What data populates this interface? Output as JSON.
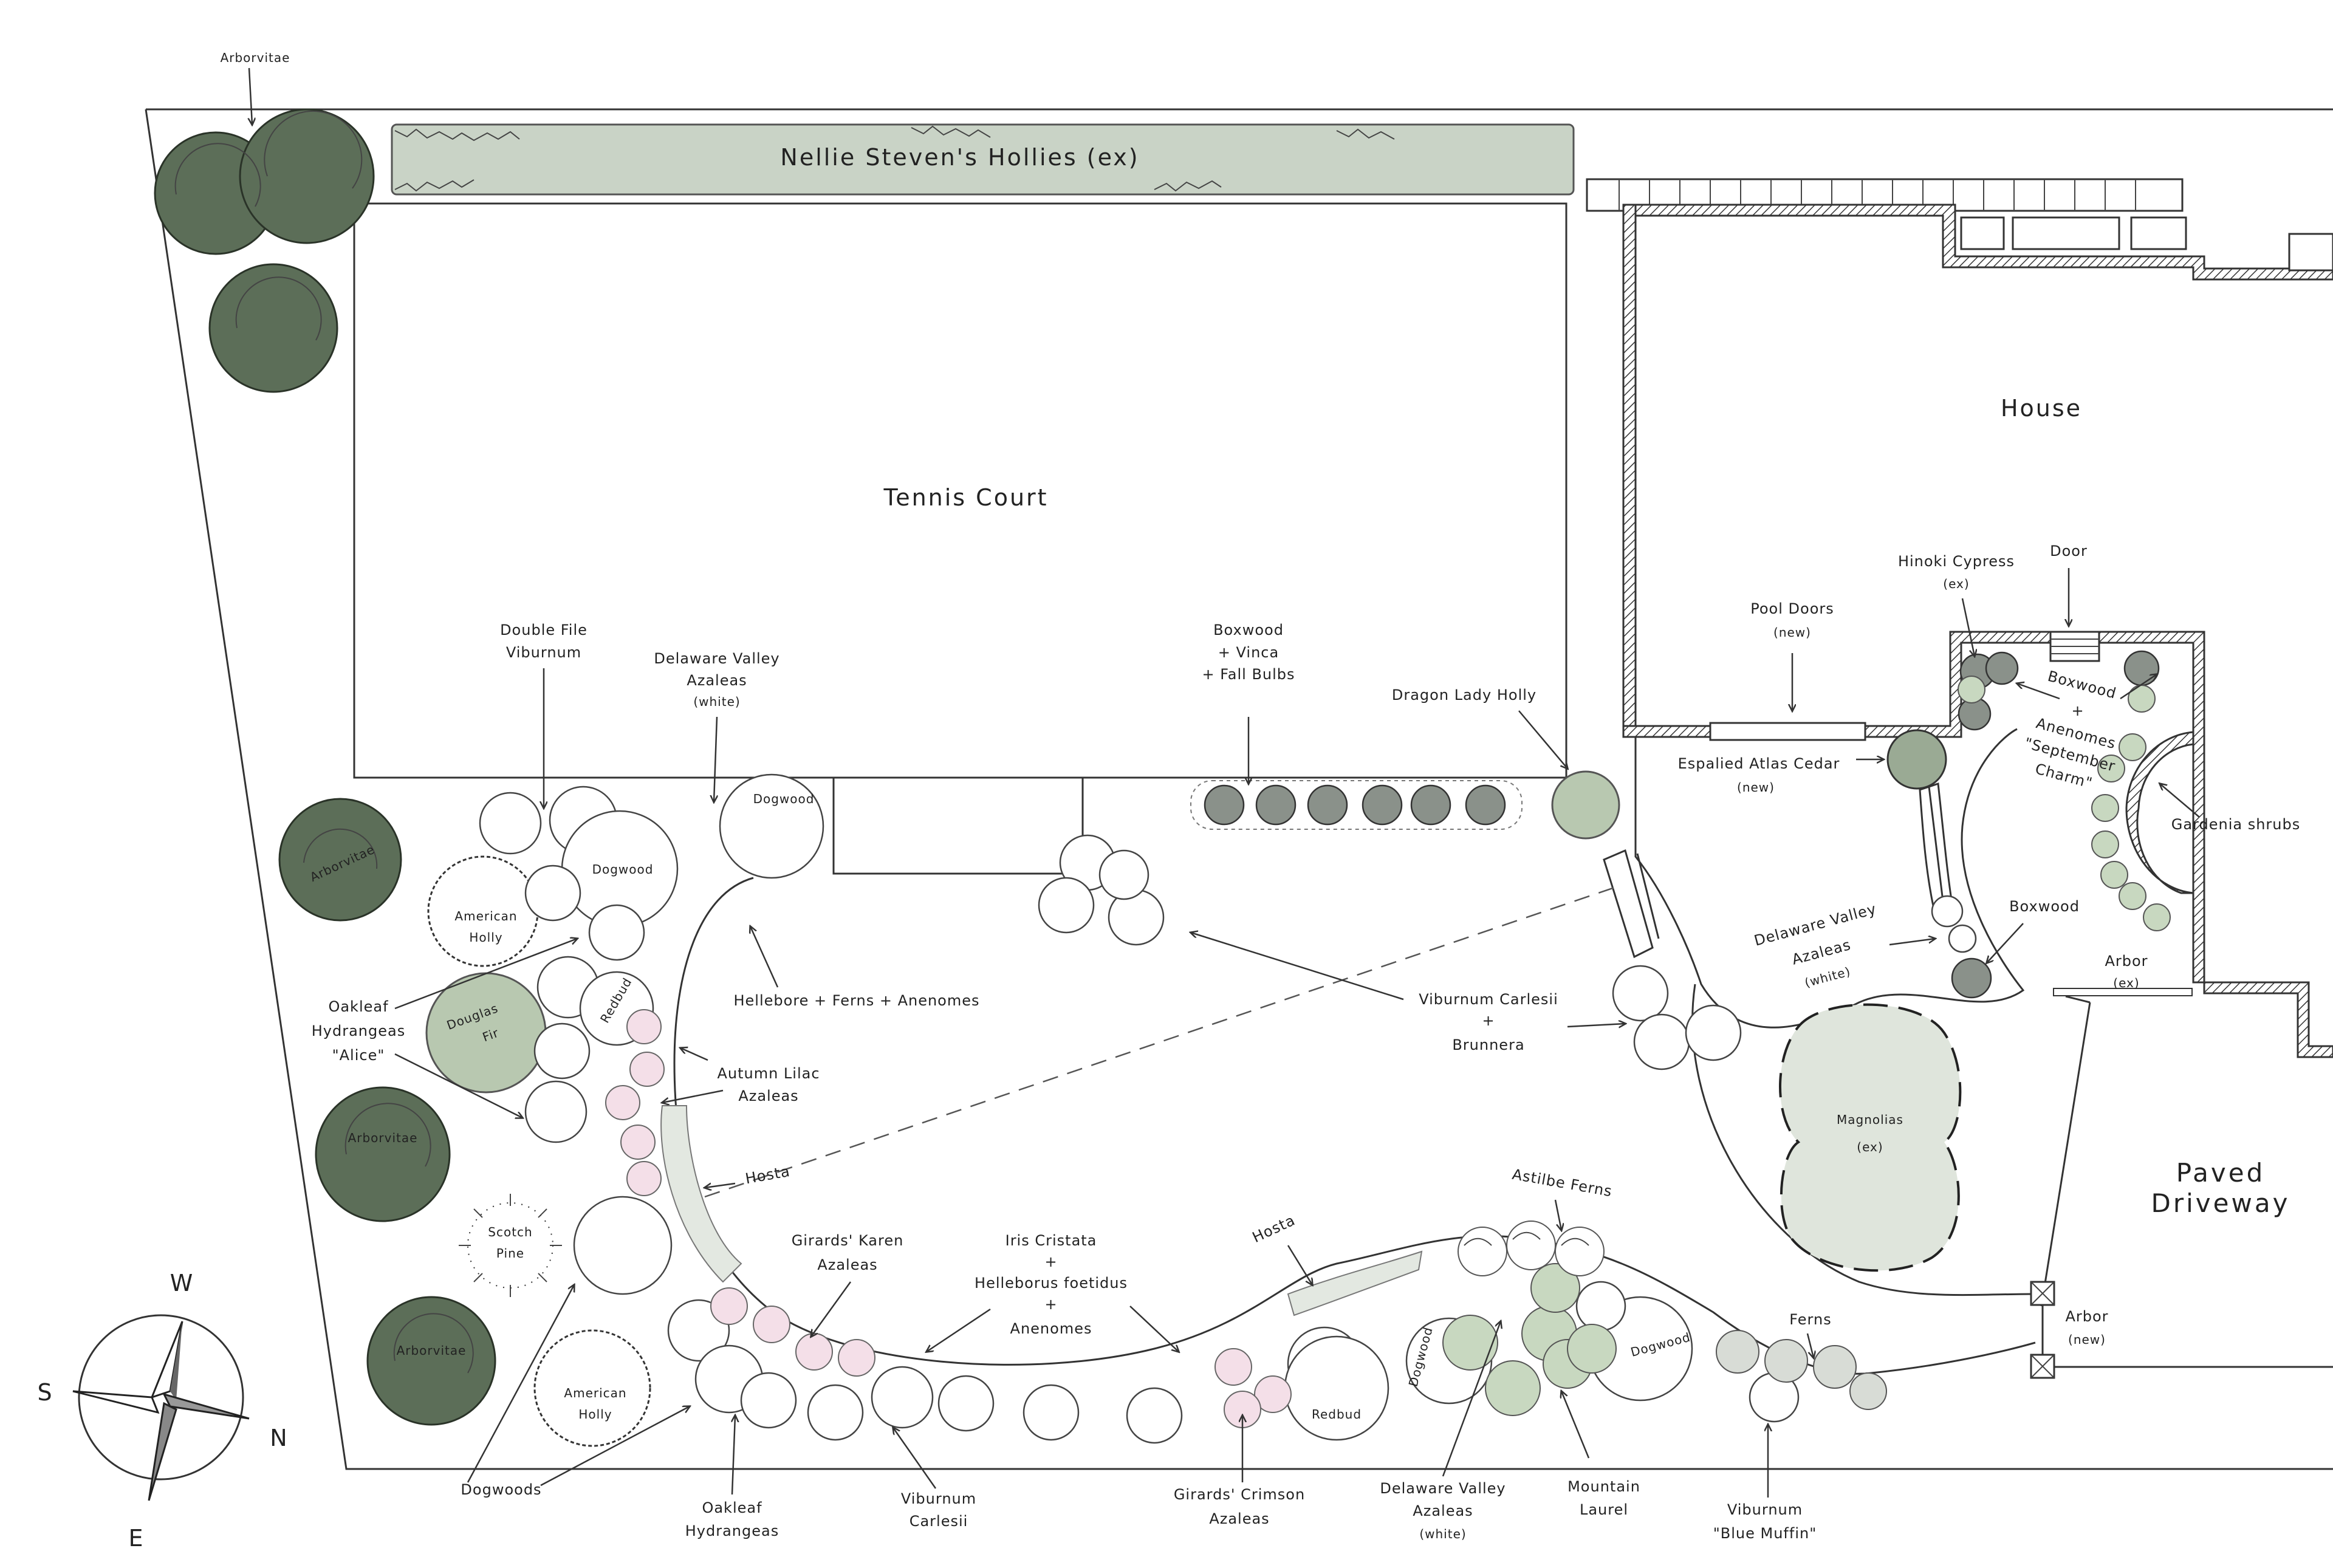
{
  "labels": {
    "arborvitae_top": "Arborvitae",
    "hollies": "Nellie Steven's Hollies (ex)",
    "tennis_court": "Tennis Court",
    "house": "House",
    "double_file_1": "Double File",
    "double_file_2": "Viburnum",
    "dv_azaleas_top_1": "Delaware Valley",
    "dv_azaleas_top_2": "Azaleas",
    "dv_azaleas_top_3": "(white)",
    "boxwood_vinca_1": "Boxwood",
    "boxwood_vinca_2": "+ Vinca",
    "boxwood_vinca_3": "+ Fall Bulbs",
    "dragon_lady": "Dragon Lady Holly",
    "pool_doors_1": "Pool Doors",
    "pool_doors_2": "(new)",
    "hinoki_1": "Hinoki Cypress",
    "hinoki_2": "(ex)",
    "door": "Door",
    "boxwood_anem_1": "Boxwood",
    "boxwood_anem_2": "+",
    "boxwood_anem_3": "Anenomes",
    "boxwood_anem_4": "\"September",
    "boxwood_anem_5": "Charm\"",
    "espalied_1": "Espalied Atlas Cedar",
    "espalied_2": "(new)",
    "gardenia": "Gardenia shrubs",
    "boxwood_right": "Boxwood",
    "dv_azaleas_right_1": "Delaware Valley",
    "dv_azaleas_right_2": "Azaleas",
    "dv_azaleas_right_3": "(white)",
    "arbor_ex_1": "Arbor",
    "arbor_ex_2": "(ex)",
    "dogwood": "Dogwood",
    "arborvitae": "Arborvitae",
    "american_holly_1": "American",
    "american_holly_2": "Holly",
    "redbud": "Redbud",
    "douglas_1": "Douglas",
    "douglas_2": "Fir",
    "oakleaf_alice_1": "Oakleaf",
    "oakleaf_alice_2": "Hydrangeas",
    "oakleaf_alice_3": "\"Alice\"",
    "hellebore": "Hellebore + Ferns + Anenomes",
    "autumn_lilac_1": "Autumn Lilac",
    "autumn_lilac_2": "Azaleas",
    "viburnum_brunnera_1": "Viburnum Carlesii",
    "viburnum_brunnera_2": "+",
    "viburnum_brunnera_3": "Brunnera",
    "magnolias_1": "Magnolias",
    "magnolias_2": "(ex)",
    "paved_1": "Paved",
    "paved_2": "Driveway",
    "hosta_left": "Hosta",
    "scotch_1": "Scotch",
    "scotch_2": "Pine",
    "girards_karen_1": "Girards' Karen",
    "girards_karen_2": "Azaleas",
    "iris_1": "Iris Cristata",
    "iris_2": "+",
    "iris_3": "Helleborus foetidus",
    "iris_4": "+",
    "iris_5": "Anenomes",
    "hosta_mid": "Hosta",
    "astilbe": "Astilbe Ferns",
    "arbor_new_1": "Arbor",
    "arbor_new_2": "(new)",
    "ferns": "Ferns",
    "dogwoods": "Dogwoods",
    "oakleaf_1": "Oakleaf",
    "oakleaf_2": "Hydrangeas",
    "viburnum_carlesii_1": "Viburnum",
    "viburnum_carlesii_2": "Carlesii",
    "girards_crimson_1": "Girards' Crimson",
    "girards_crimson_2": "Azaleas",
    "dv_azaleas_bot_1": "Delaware Valley",
    "dv_azaleas_bot_2": "Azaleas",
    "dv_azaleas_bot_3": "(white)",
    "mountain_1": "Mountain",
    "mountain_2": "Laurel",
    "blue_muffin_1": "Viburnum",
    "blue_muffin_2": "\"Blue Muffin\"",
    "compass_w": "W",
    "compass_n": "N",
    "compass_e": "E",
    "compass_s": "S"
  },
  "colors": {
    "tree_dark": "#5c6e58",
    "hedge": "#c9d3c6",
    "azalea_pink": "#f4dfe8",
    "light_green": "#c8d8c0",
    "magnolia": "#dfe5dc"
  }
}
